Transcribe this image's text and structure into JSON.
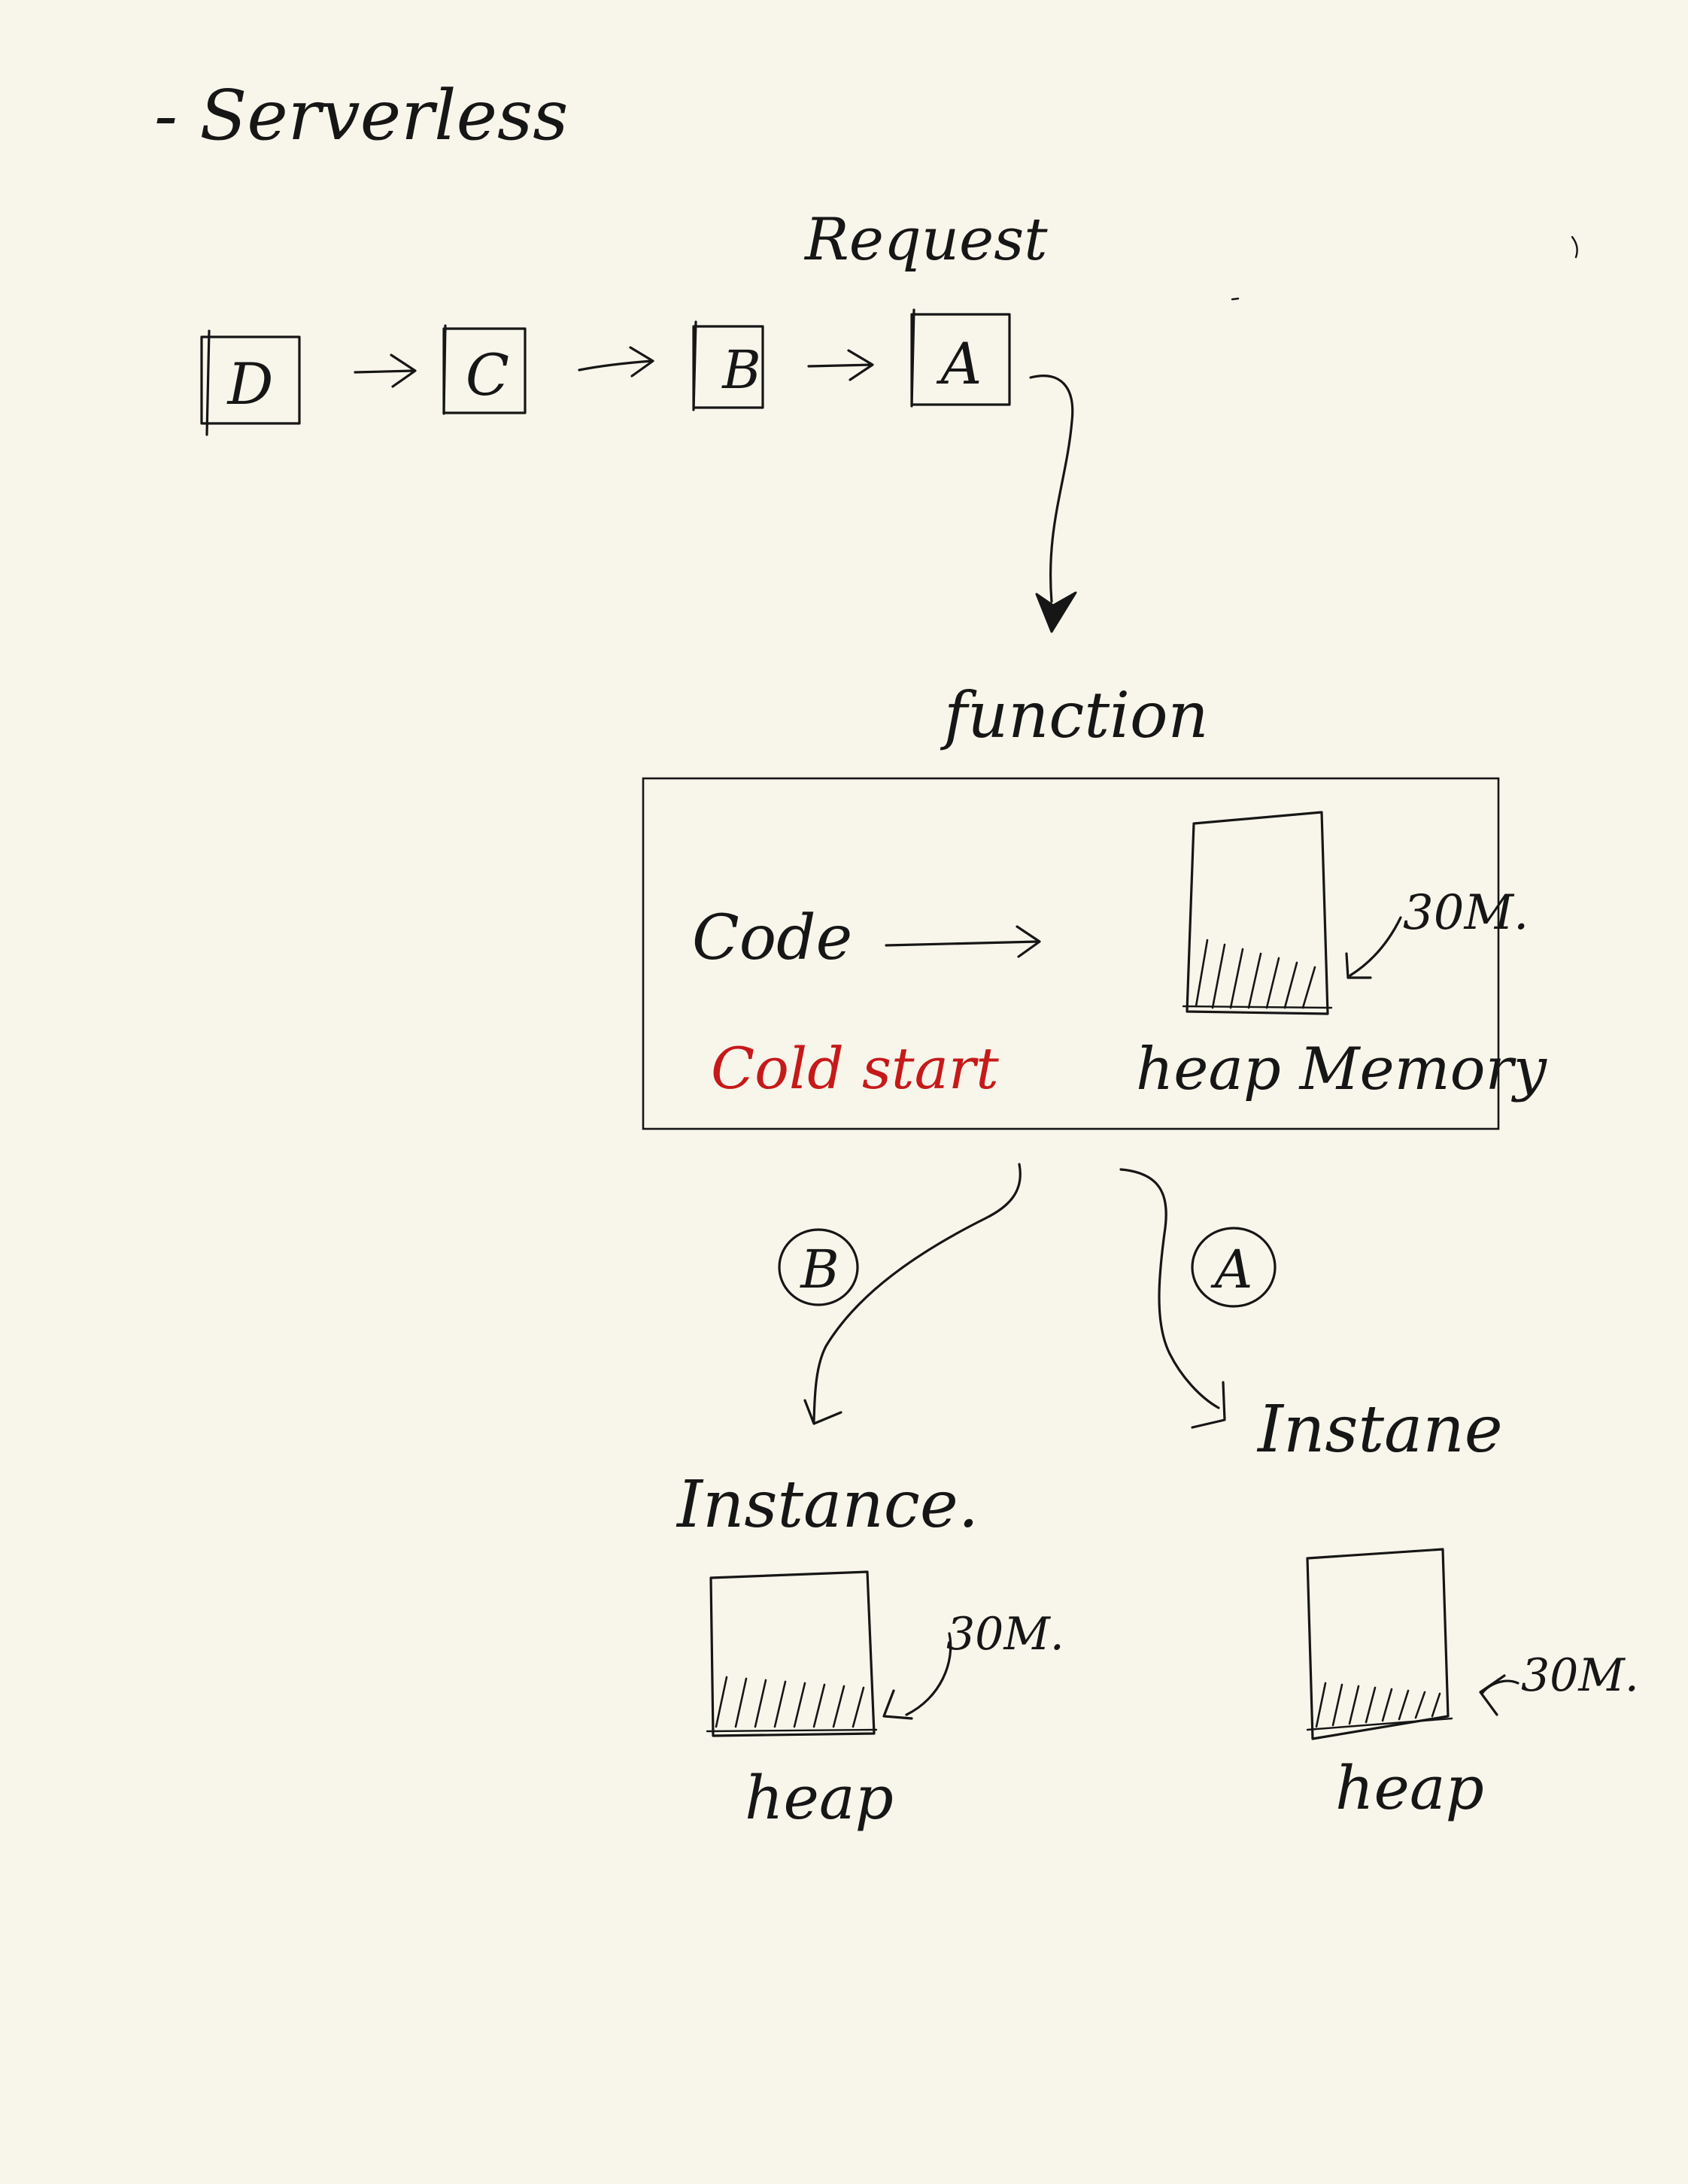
{
  "title": "- Serverless",
  "request_label": "Request",
  "queue": [
    {
      "id": "D",
      "label": "D"
    },
    {
      "id": "C",
      "label": "C"
    },
    {
      "id": "B",
      "label": "B"
    },
    {
      "id": "A",
      "label": "A"
    }
  ],
  "function_label": "function",
  "function_box": {
    "code_label": "Code",
    "cold_start_label": "Cold start",
    "heap_memory_label": "heap Memory",
    "heap_size": "30M."
  },
  "branches": [
    {
      "request": "B",
      "instance_label": "Instance.",
      "heap_label": "heap",
      "heap_size": "30M."
    },
    {
      "request": "A",
      "instance_label": "Instane",
      "heap_label": "heap",
      "heap_size": "30M."
    }
  ],
  "colors": {
    "ink": "#161616",
    "accent_red": "#c61a1a",
    "paper": "#f8f6eb"
  }
}
